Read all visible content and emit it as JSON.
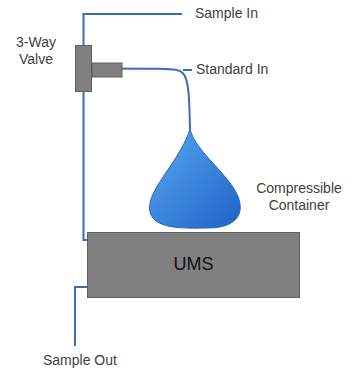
{
  "diagram": {
    "nodes": [
      {
        "text": [
          "3-Way Valve"
        ]
      },
      {
        "text": [
          "Compressible Container"
        ]
      },
      {
        "text": [
          "UMS"
        ]
      }
    ],
    "edges": [
      {
        "from": 0,
        "to": 2,
        "arrow": "none"
      },
      {
        "from": 0,
        "to": 1,
        "arrow": "none"
      }
    ],
    "labels": [
      "Sample In",
      "Standard In",
      "Sample Out"
    ]
  }
}
